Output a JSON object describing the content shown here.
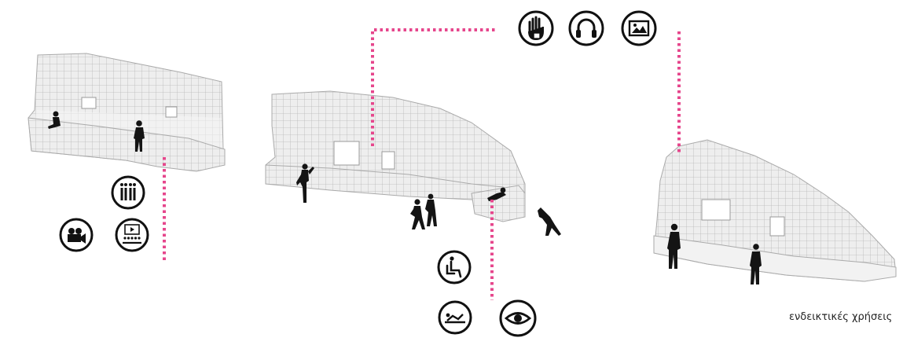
{
  "caption": "ενδεικτικές χρήσεις",
  "colors": {
    "connector": "#e6468c",
    "structure_fill": "#ececec",
    "structure_grid": "#b9b9b9",
    "figure": "#141414",
    "icon": "#111111"
  },
  "modules": [
    {
      "name": "module-left",
      "icons": [
        "concert-performers-icon",
        "video-camera-icon",
        "projection-audience-icon"
      ]
    },
    {
      "name": "module-center",
      "icons": [
        "touch-hand-icon",
        "headphones-icon",
        "image-frame-icon",
        "seated-person-icon",
        "reclining-person-icon",
        "eye-icon"
      ]
    },
    {
      "name": "module-right",
      "icons": []
    }
  ]
}
